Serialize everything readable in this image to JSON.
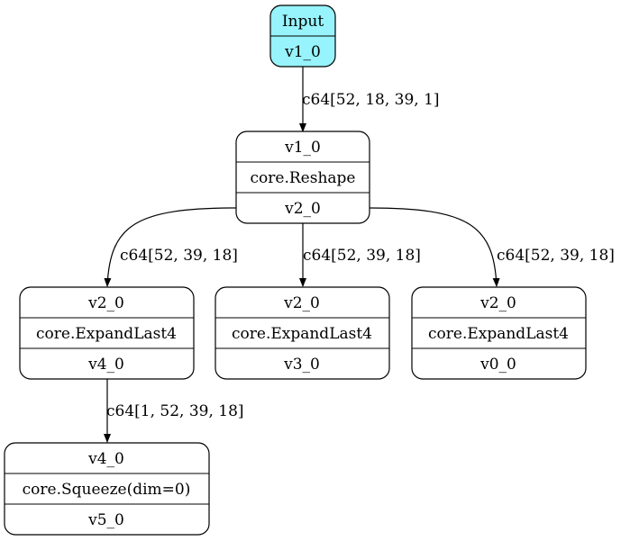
{
  "colors": {
    "input_fill": "#97f3fc",
    "node_fill": "#ffffff",
    "stroke": "#000000"
  },
  "nodes": {
    "input": {
      "rows": [
        "Input",
        "v1_0"
      ]
    },
    "reshape": {
      "rows": [
        "v1_0",
        "core.Reshape",
        "v2_0"
      ]
    },
    "expand_a": {
      "rows": [
        "v2_0",
        "core.ExpandLast4",
        "v4_0"
      ]
    },
    "expand_b": {
      "rows": [
        "v2_0",
        "core.ExpandLast4",
        "v3_0"
      ]
    },
    "expand_c": {
      "rows": [
        "v2_0",
        "core.ExpandLast4",
        "v0_0"
      ]
    },
    "squeeze": {
      "rows": [
        "v4_0",
        "core.Squeeze(dim=0)",
        "v5_0"
      ]
    }
  },
  "edges": {
    "input_to_reshape": "c64[52, 18, 39, 1]",
    "reshape_to_expand_a": "c64[52, 39, 18]",
    "reshape_to_expand_b": "c64[52, 39, 18]",
    "reshape_to_expand_c": "c64[52, 39, 18]",
    "expand_a_to_squeeze": "c64[1, 52, 39, 18]"
  }
}
